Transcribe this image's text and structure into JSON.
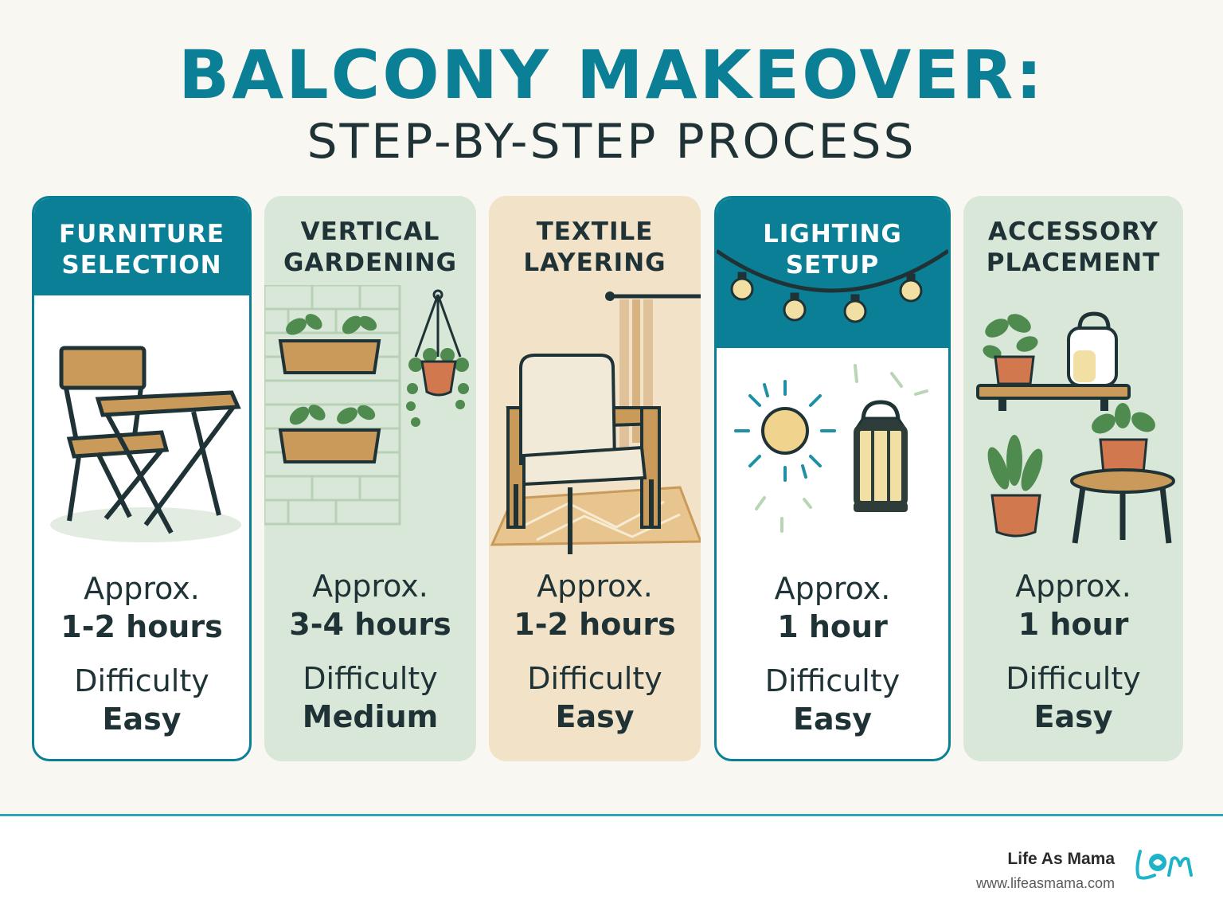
{
  "header": {
    "title": "BALCONY MAKEOVER:",
    "subtitle": "STEP-BY-STEP PROCESS"
  },
  "colors": {
    "accent": "#0b7f95",
    "sage": "#d9e7d8",
    "sand": "#f2e3c8",
    "text": "#1f3336"
  },
  "steps": [
    {
      "title_line1": "FURNITURE",
      "title_line2": "SELECTION",
      "icon": "bistro-table-chair-icon",
      "approx_label": "Approx.",
      "duration": "1-2 hours",
      "difficulty_label": "Difficulty",
      "difficulty": "Easy"
    },
    {
      "title_line1": "VERTICAL",
      "title_line2": "GARDENING",
      "icon": "wall-planters-icon",
      "approx_label": "Approx.",
      "duration": "3-4 hours",
      "difficulty_label": "Difficulty",
      "difficulty": "Medium"
    },
    {
      "title_line1": "TEXTILE",
      "title_line2": "LAYERING",
      "icon": "armchair-rug-icon",
      "approx_label": "Approx.",
      "duration": "1-2 hours",
      "difficulty_label": "Difficulty",
      "difficulty": "Easy"
    },
    {
      "title_line1": "LIGHTING",
      "title_line2": "SETUP",
      "icon": "string-lights-lantern-icon",
      "approx_label": "Approx.",
      "duration": "1 hour",
      "difficulty_label": "Difficulty",
      "difficulty": "Easy"
    },
    {
      "title_line1": "ACCESSORY",
      "title_line2": "PLACEMENT",
      "icon": "plants-shelf-icon",
      "approx_label": "Approx.",
      "duration": "1 hour",
      "difficulty_label": "Difficulty",
      "difficulty": "Easy"
    }
  ],
  "footer": {
    "brand": "Life As Mama",
    "url": "www.lifeasmama.com",
    "logo_text": "Lam"
  }
}
